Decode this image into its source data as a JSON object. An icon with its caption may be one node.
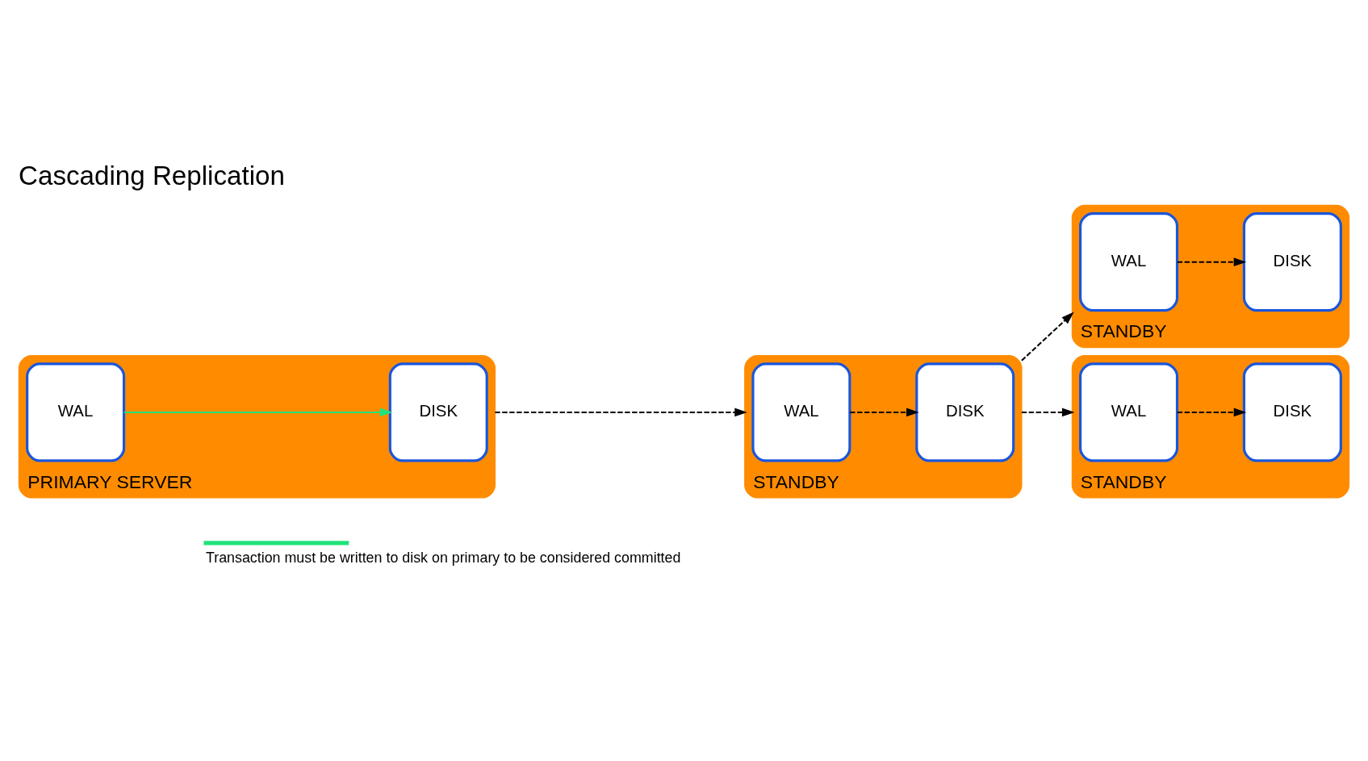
{
  "diagram": {
    "title": "Cascading Replication",
    "nodes": [
      {
        "text": [
          "PRIMARY SERVER"
        ]
      },
      {
        "text": [
          "WAL"
        ],
        "in": 0
      },
      {
        "text": [
          "DISK"
        ],
        "in": 0
      },
      {
        "text": [
          "STANDBY"
        ]
      },
      {
        "text": [
          "WAL"
        ],
        "in": 3
      },
      {
        "text": [
          "DISK"
        ],
        "in": 3
      },
      {
        "text": [
          "STANDBY"
        ]
      },
      {
        "text": [
          "WAL"
        ],
        "in": 6
      },
      {
        "text": [
          "DISK"
        ],
        "in": 6
      },
      {
        "text": [
          "STANDBY"
        ]
      },
      {
        "text": [
          "WAL"
        ],
        "in": 9
      },
      {
        "text": [
          "DISK"
        ],
        "in": 9
      }
    ],
    "edges": [
      {
        "from": 1,
        "to": 2,
        "arrow": "to",
        "color": "#22e27a"
      },
      {
        "from": 0,
        "to": 3,
        "arrow": "to",
        "style": "dashed"
      },
      {
        "from": 4,
        "to": 5,
        "arrow": "to",
        "style": "dashed"
      },
      {
        "from": 3,
        "to": 6,
        "arrow": "to",
        "style": "dashed"
      },
      {
        "from": 3,
        "to": 9,
        "arrow": "to",
        "style": "dashed"
      },
      {
        "from": 7,
        "to": 8,
        "arrow": "to",
        "style": "dashed"
      },
      {
        "from": 10,
        "to": 11,
        "arrow": "to",
        "style": "dashed"
      }
    ],
    "legend": [
      {
        "text": "Transaction must be written to disk on primary to be considered committed"
      }
    ]
  }
}
